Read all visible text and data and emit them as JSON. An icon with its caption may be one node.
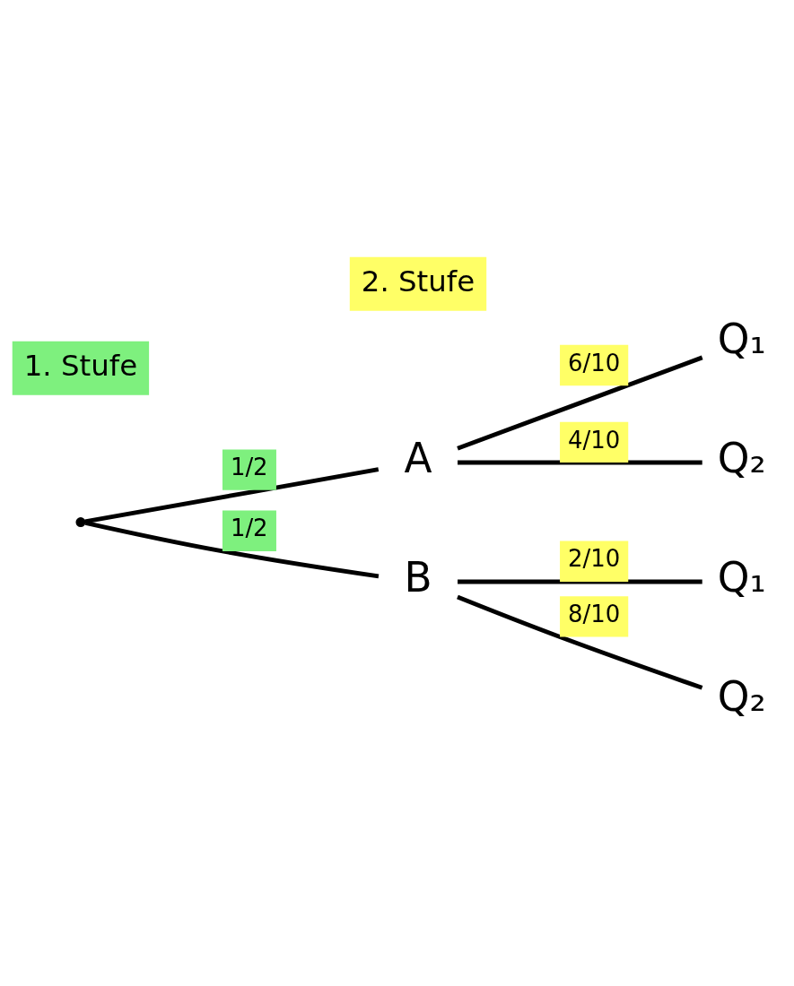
{
  "diagram": {
    "nodes": [
      {
        "text": [],
        "shape": "point"
      },
      {
        "text": [
          "A"
        ]
      },
      {
        "text": [
          "B"
        ]
      },
      {
        "text": [
          "Q₁"
        ]
      },
      {
        "text": [
          "Q₂"
        ]
      },
      {
        "text": [
          "Q₁"
        ]
      },
      {
        "text": [
          "Q₂"
        ]
      }
    ],
    "edges": [
      {
        "from": 0,
        "to": 1,
        "arrow": "none",
        "label": "1/2"
      },
      {
        "from": 0,
        "to": 2,
        "arrow": "none",
        "label": "1/2"
      },
      {
        "from": 1,
        "to": 3,
        "arrow": "none",
        "label": "6/10"
      },
      {
        "from": 1,
        "to": 4,
        "arrow": "none",
        "label": "4/10"
      },
      {
        "from": 2,
        "to": 5,
        "arrow": "none",
        "label": "2/10"
      },
      {
        "from": 2,
        "to": 6,
        "arrow": "none",
        "label": "8/10"
      }
    ],
    "labels": [
      "1. Stufe",
      "2. Stufe"
    ]
  }
}
